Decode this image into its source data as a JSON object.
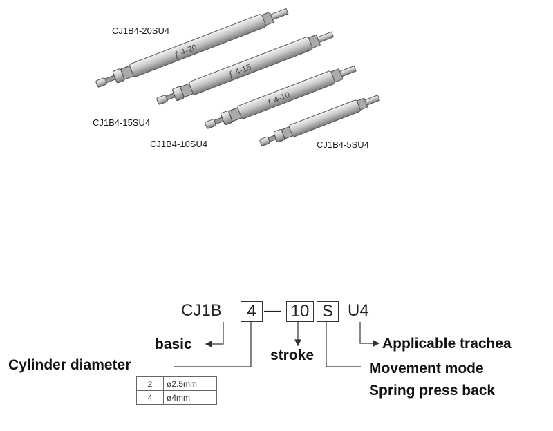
{
  "photo_labels": {
    "model_20": "CJ1B4-20SU4",
    "model_15": "CJ1B4-15SU4",
    "model_10": "CJ1B4-10SU4",
    "model_5": "CJ1B4-5SU4"
  },
  "code": {
    "series": "CJ1B",
    "diameter": "4",
    "dash": "—",
    "stroke": "10",
    "mode": "S",
    "port": "U4"
  },
  "callouts": {
    "basic": "basic",
    "cylinder_diameter": "Cylinder diameter",
    "stroke": "stroke",
    "applicable_trachea": "Applicable trachea",
    "movement_mode": "Movement mode",
    "spring_press_back": "Spring press back"
  },
  "diameter_table": [
    {
      "code": "2",
      "size": "ø2.5mm"
    },
    {
      "code": "4",
      "size": "ø4mm"
    }
  ],
  "colors": {
    "cylinder_body": "#c9c9c9",
    "line": "#333333"
  }
}
